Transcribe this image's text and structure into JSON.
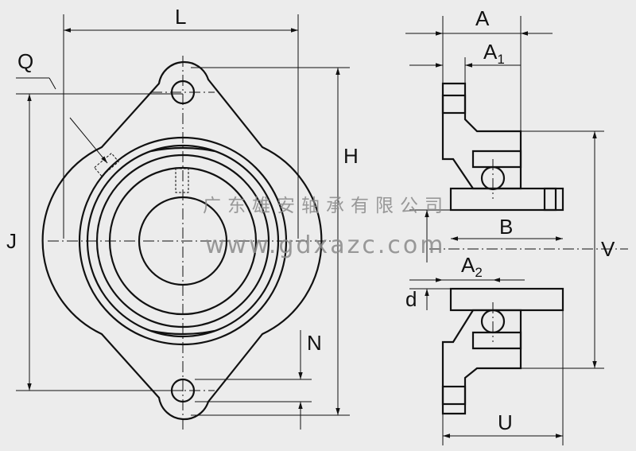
{
  "labels": {
    "L": "L",
    "Q": "Q",
    "J": "J",
    "H": "H",
    "N": "N",
    "A": "A",
    "A1_main": "A",
    "A1_sub": "1",
    "B": "B",
    "d": "d",
    "A2_main": "A",
    "A2_sub": "2",
    "V": "V",
    "U": "U"
  },
  "watermark": {
    "company": "广东雄安轴承有限公司",
    "url": "www.gdxazc.com"
  },
  "colors": {
    "background": "#ececec",
    "line": "#111111",
    "watermark": "#8a8a8a"
  }
}
